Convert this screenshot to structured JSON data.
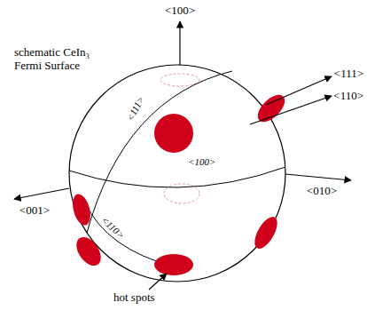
{
  "diagram": {
    "labels": [
      "schematic CeIn₃ Fermi Surface",
      "<100>",
      "<111>",
      "<110>",
      "<010>",
      "<001>",
      "<111>",
      "<100>",
      "<110>",
      "hot spots"
    ]
  }
}
